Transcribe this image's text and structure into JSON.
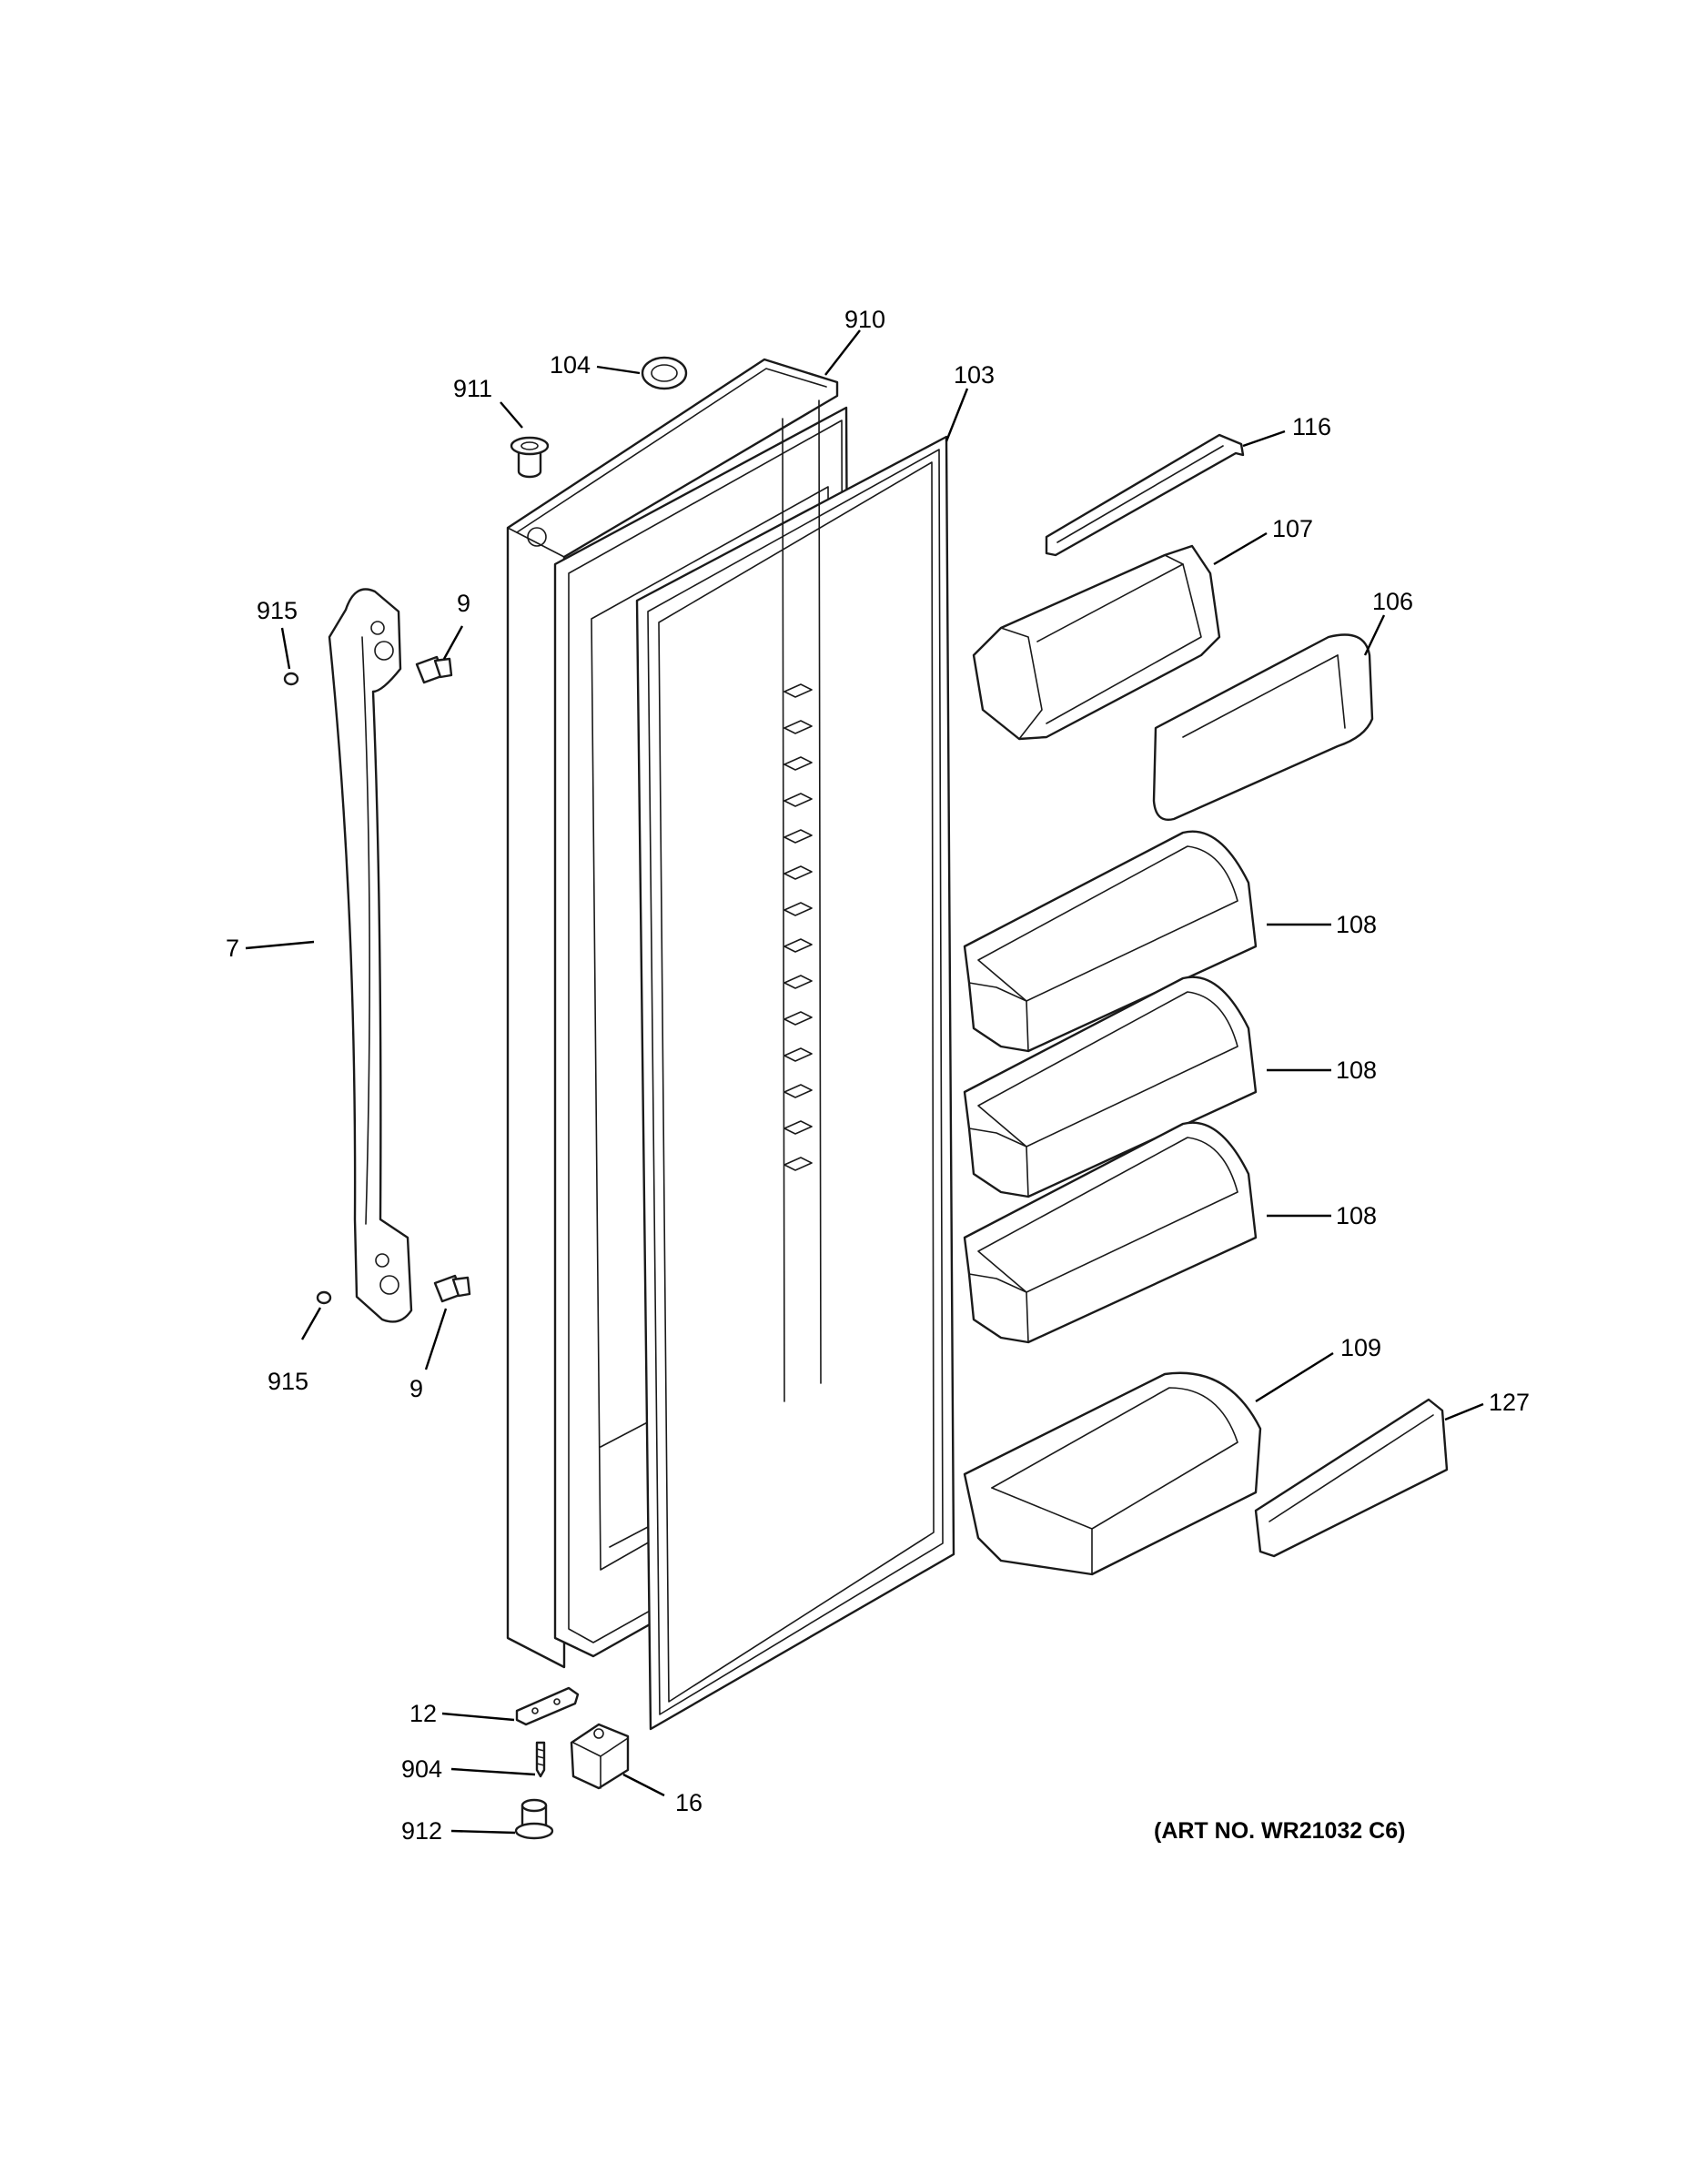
{
  "callouts": {
    "c910": "910",
    "c104": "104",
    "c911": "911",
    "c103": "103",
    "c116": "116",
    "c107": "107",
    "c106": "106",
    "c915a": "915",
    "c9a": "9",
    "c7": "7",
    "c108a": "108",
    "c108b": "108",
    "c108c": "108",
    "c915b": "915",
    "c9b": "9",
    "c109": "109",
    "c127": "127",
    "c12": "12",
    "c904": "904",
    "c16": "16",
    "c912": "912"
  },
  "art_number": "(ART NO. WR21032 C6)"
}
